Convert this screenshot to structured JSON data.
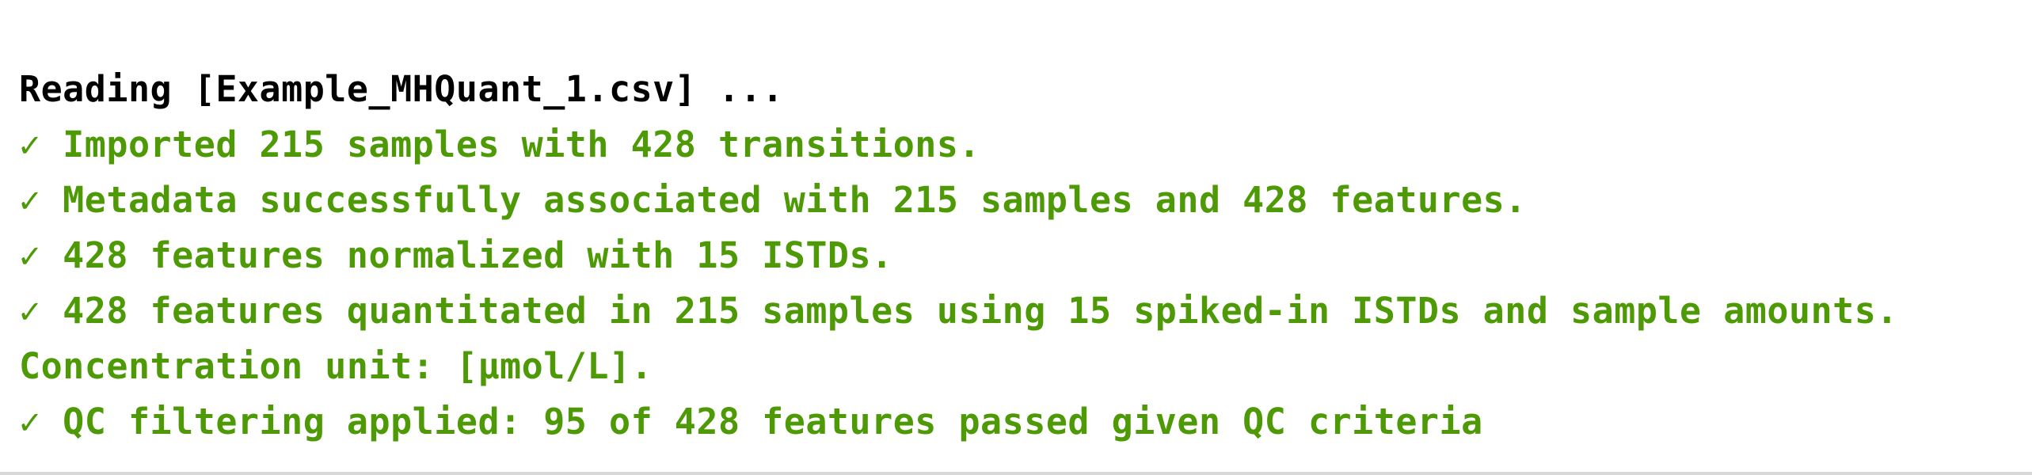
{
  "console": {
    "colors": {
      "text": "#000000",
      "success": "#4e9a06",
      "background": "#ffffff"
    },
    "lines": [
      {
        "kind": "header",
        "text": "Reading [Example_MHQuant_1.csv] ..."
      },
      {
        "kind": "ok",
        "text": "✓ Imported 215 samples with 428 transitions."
      },
      {
        "kind": "ok",
        "text": "✓ Metadata successfully associated with 215 samples and 428 features."
      },
      {
        "kind": "ok",
        "text": "✓ 428 features normalized with 15 ISTDs."
      },
      {
        "kind": "ok",
        "text": "✓ 428 features quantitated in 215 samples using 15 spiked-in ISTDs and sample amounts."
      },
      {
        "kind": "ok",
        "text": "Concentration unit: [µmol/L]."
      },
      {
        "kind": "ok",
        "text": "✓ QC filtering applied: 95 of 428 features passed given QC criteria"
      }
    ]
  }
}
